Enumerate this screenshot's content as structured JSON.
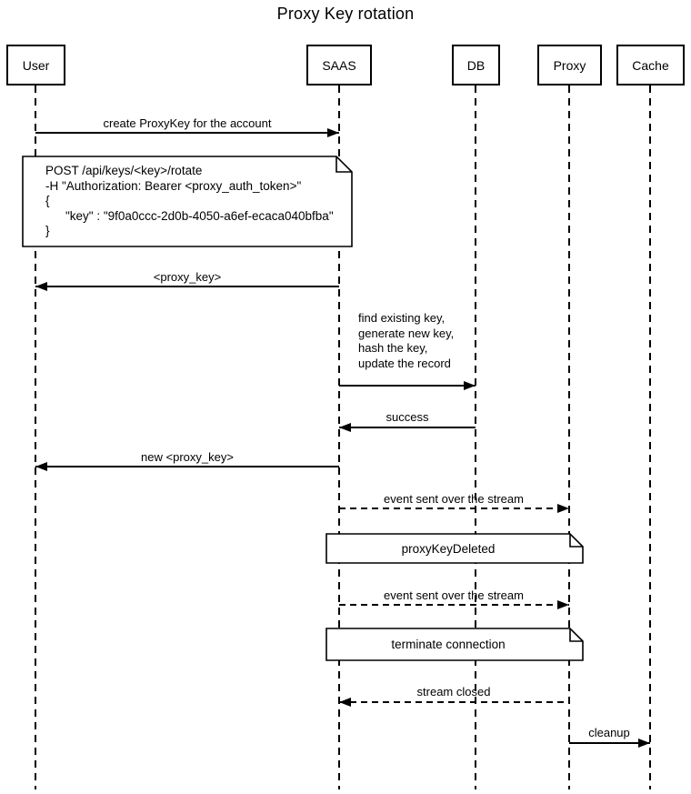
{
  "title": "Proxy Key rotation",
  "colors": {
    "line": "#000000",
    "background": "#ffffff",
    "note_fill": "#ffffff"
  },
  "diagram": {
    "type": "sequence",
    "actors": [
      {
        "name": "User"
      },
      {
        "name": "SAAS"
      },
      {
        "name": "DB"
      },
      {
        "name": "Proxy"
      },
      {
        "name": "Cache"
      }
    ],
    "messages": [
      {
        "label": "create ProxyKey for the account",
        "from": "User",
        "to": "SAAS",
        "line": "solid"
      },
      {
        "label": "<proxy_key>",
        "from": "SAAS",
        "to": "User",
        "line": "solid"
      },
      {
        "lines": [
          "find existing key,",
          "generate new key,",
          "hash the key,",
          "update the record"
        ],
        "from": "SAAS",
        "to": "DB",
        "line": "solid"
      },
      {
        "label": "success",
        "from": "DB",
        "to": "SAAS",
        "line": "solid"
      },
      {
        "label": "new <proxy_key>",
        "from": "SAAS",
        "to": "User",
        "line": "solid"
      },
      {
        "label": "event sent over the stream",
        "from": "SAAS",
        "to": "Proxy",
        "line": "dashed"
      },
      {
        "label": "event sent over the stream",
        "from": "SAAS",
        "to": "Proxy",
        "line": "dashed"
      },
      {
        "label": "stream closed",
        "from": "Proxy",
        "to": "SAAS",
        "line": "dashed"
      },
      {
        "label": "cleanup",
        "from": "Proxy",
        "to": "Cache",
        "line": "solid"
      }
    ],
    "notes": [
      {
        "lines": [
          "POST /api/keys/<key>/rotate",
          "-H \"Authorization: Bearer <proxy_auth_token>\"",
          "{",
          "\"key\" : \"9f0a0ccc-2d0b-4050-a6ef-ecaca040bfba\"",
          "}"
        ]
      },
      {
        "text": "proxyKeyDeleted"
      },
      {
        "text": "terminate connection"
      }
    ]
  }
}
